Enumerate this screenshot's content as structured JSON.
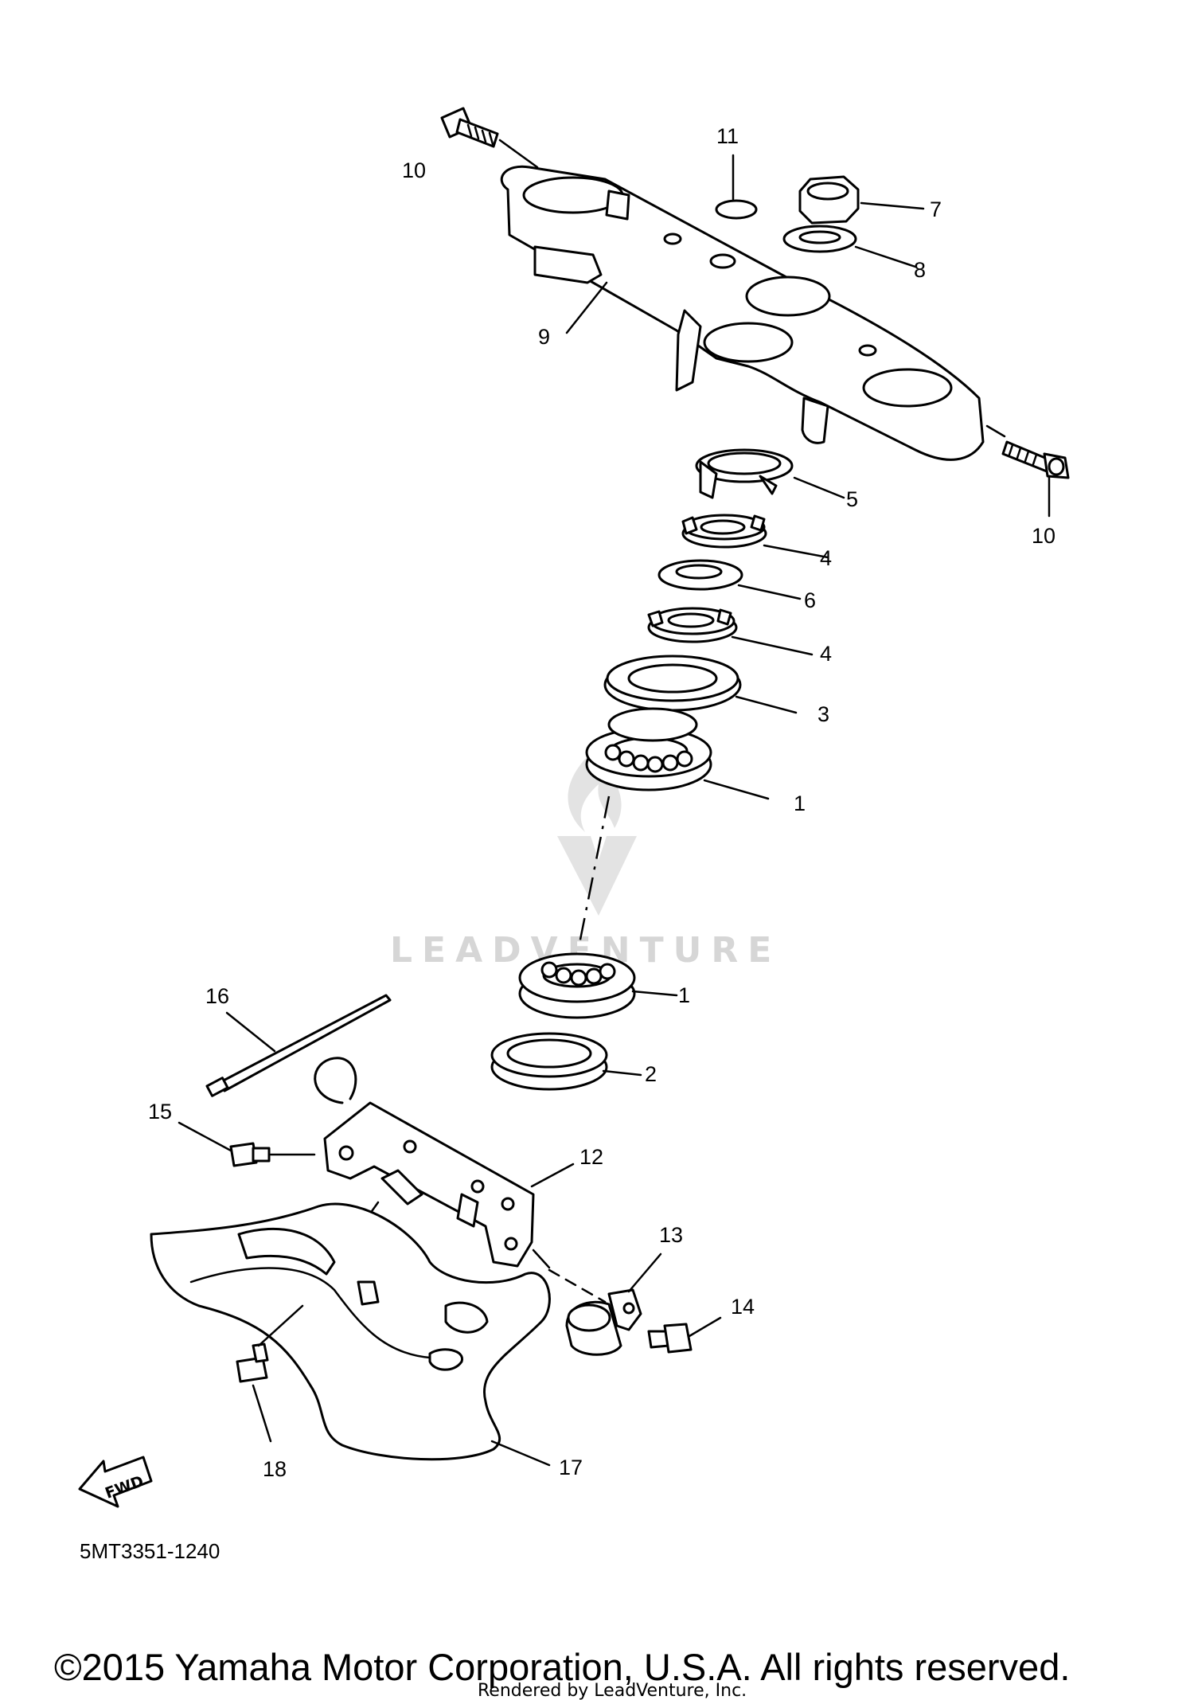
{
  "diagram": {
    "callouts": [
      {
        "id": "c11",
        "label": "11"
      },
      {
        "id": "c10a",
        "label": "10"
      },
      {
        "id": "c7",
        "label": "7"
      },
      {
        "id": "c8",
        "label": "8"
      },
      {
        "id": "c9",
        "label": "9"
      },
      {
        "id": "c5",
        "label": "5"
      },
      {
        "id": "c10b",
        "label": "10"
      },
      {
        "id": "c4a",
        "label": "4"
      },
      {
        "id": "c6",
        "label": "6"
      },
      {
        "id": "c4b",
        "label": "4"
      },
      {
        "id": "c3",
        "label": "3"
      },
      {
        "id": "c1a",
        "label": "1"
      },
      {
        "id": "c1b",
        "label": "1"
      },
      {
        "id": "c16",
        "label": "16"
      },
      {
        "id": "c2",
        "label": "2"
      },
      {
        "id": "c15",
        "label": "15"
      },
      {
        "id": "c12",
        "label": "12"
      },
      {
        "id": "c13",
        "label": "13"
      },
      {
        "id": "c14",
        "label": "14"
      },
      {
        "id": "c18",
        "label": "18"
      },
      {
        "id": "c17",
        "label": "17"
      }
    ],
    "fwd_label": "FWD",
    "diagram_code": "5MT3351-1240",
    "watermark": "LEADVENTURE"
  },
  "footer": {
    "copyright": "©2015 Yamaha Motor Corporation, U.S.A. All rights reserved.",
    "rendered_by": "Rendered by LeadVenture, Inc."
  },
  "colors": {
    "line": "#000000",
    "background": "#ffffff",
    "watermark": "#d6d6d6"
  }
}
